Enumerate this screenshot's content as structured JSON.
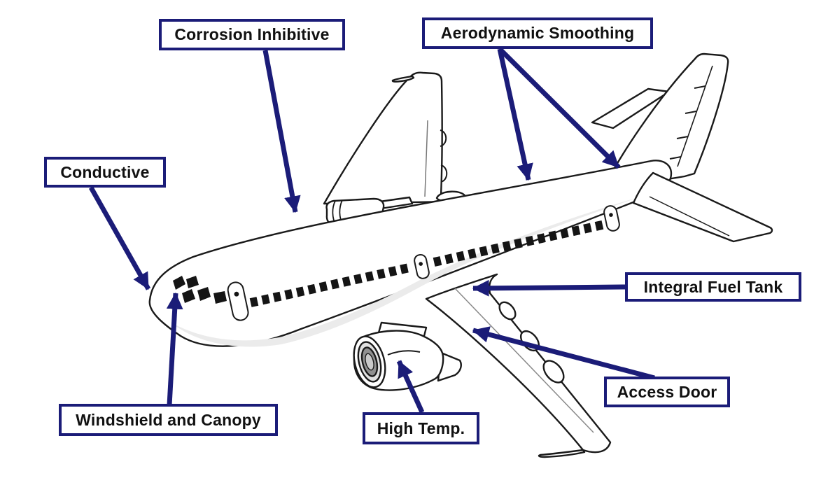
{
  "diagram": {
    "type": "aircraft-callout-diagram",
    "subject": "airplane line drawing with sealant/coating location callouts",
    "colors": {
      "background": "#ffffff",
      "line": "#1a1a1a",
      "accent_navy": "#1b1c78",
      "label_text": "#111111",
      "shading_gray": "#ebebeb",
      "intake_gray": "#909090"
    },
    "labels": [
      {
        "id": "corrosion-inhibitive",
        "text": "Corrosion Inhibitive"
      },
      {
        "id": "aerodynamic-smoothing",
        "text": "Aerodynamic Smoothing"
      },
      {
        "id": "conductive",
        "text": "Conductive"
      },
      {
        "id": "integral-fuel-tank",
        "text": "Integral Fuel Tank"
      },
      {
        "id": "access-door",
        "text": "Access Door"
      },
      {
        "id": "high-temp",
        "text": "High Temp."
      },
      {
        "id": "windshield-and-canopy",
        "text": "Windshield and Canopy"
      }
    ]
  }
}
